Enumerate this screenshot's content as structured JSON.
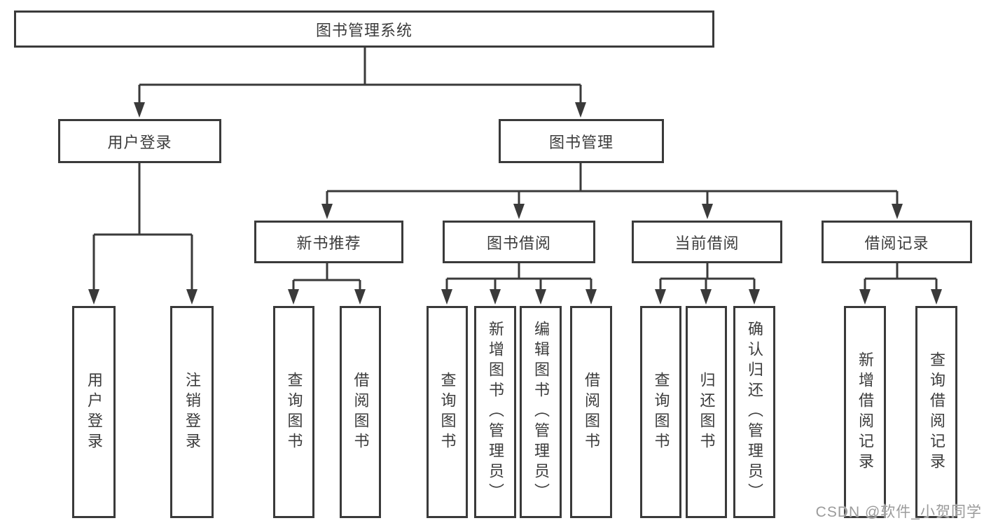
{
  "diagram": {
    "root": {
      "label": "图书管理系统"
    },
    "level2": [
      {
        "label": "用户登录"
      },
      {
        "label": "图书管理"
      }
    ],
    "level3": [
      {
        "label": "新书推荐",
        "parent": "图书管理"
      },
      {
        "label": "图书借阅",
        "parent": "图书管理"
      },
      {
        "label": "当前借阅",
        "parent": "图书管理"
      },
      {
        "label": "借阅记录",
        "parent": "图书管理"
      }
    ],
    "leaves": [
      {
        "label": "用户登录",
        "parent": "用户登录"
      },
      {
        "label": "注销登录",
        "parent": "用户登录"
      },
      {
        "label": "查询图书",
        "parent": "新书推荐"
      },
      {
        "label": "借阅图书",
        "parent": "新书推荐"
      },
      {
        "label": "查询图书",
        "parent": "图书借阅"
      },
      {
        "label": "新增图书（管理员）",
        "parent": "图书借阅"
      },
      {
        "label": "编辑图书（管理员）",
        "parent": "图书借阅"
      },
      {
        "label": "借阅图书",
        "parent": "图书借阅"
      },
      {
        "label": "查询图书",
        "parent": "当前借阅"
      },
      {
        "label": "归还图书",
        "parent": "当前借阅"
      },
      {
        "label": "确认归还（管理员）",
        "parent": "当前借阅"
      },
      {
        "label": "新增借阅记录",
        "parent": "借阅记录"
      },
      {
        "label": "查询借阅记录",
        "parent": "借阅记录"
      }
    ],
    "watermark": "CSDN @软件_小贺同学",
    "colors": {
      "line": "#3a3a3a",
      "text": "#3c3c3c",
      "watermark": "#9b9b9b",
      "background": "#ffffff"
    }
  }
}
